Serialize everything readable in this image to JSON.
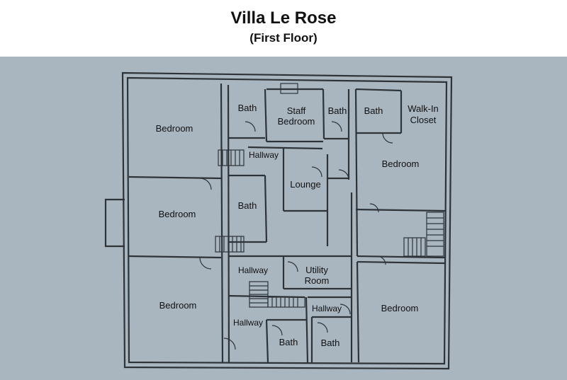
{
  "header": {
    "title": "Villa Le Rose",
    "subtitle": "(First Floor)"
  },
  "rooms": {
    "bedroom_nw": "Bedroom",
    "bedroom_w": "Bedroom",
    "bedroom_sw": "Bedroom",
    "bath_1": "Bath",
    "staff_bedroom_1": "Staff",
    "staff_bedroom_2": "Bedroom",
    "bath_2": "Bath",
    "bath_3": "Bath",
    "walkin_1": "Walk-In",
    "walkin_2": "Closet",
    "hallway_upper": "Hallway",
    "lounge": "Lounge",
    "bedroom_ne": "Bedroom",
    "bath_4": "Bath",
    "hallway_mid": "Hallway",
    "utility_1": "Utility",
    "utility_2": "Room",
    "hallway_low_left": "Hallway",
    "hallway_low_right": "Hallway",
    "bedroom_se": "Bedroom",
    "bath_5": "Bath",
    "bath_6": "Bath"
  },
  "colors": {
    "background": "#a9b6c0",
    "walls": "#2e3338"
  }
}
